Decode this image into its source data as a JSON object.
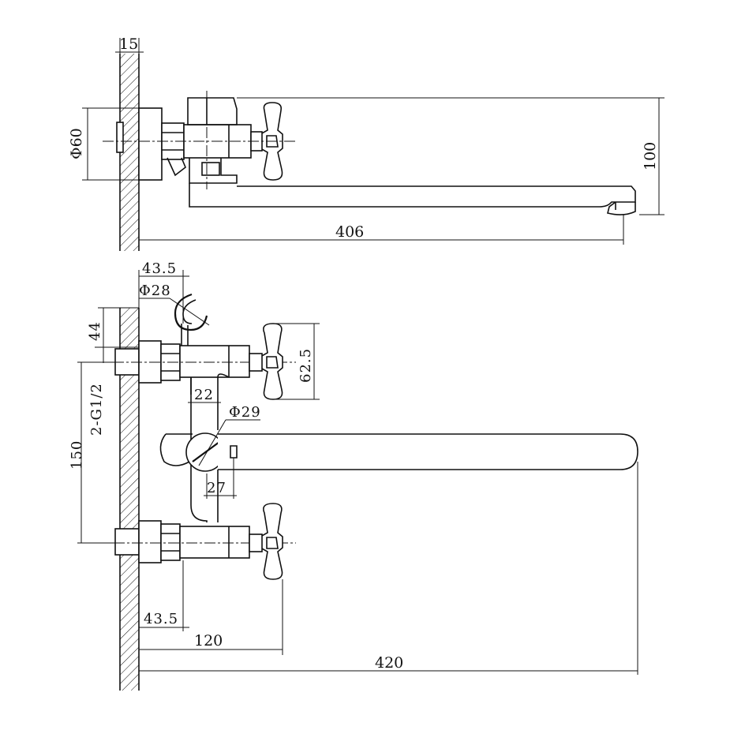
{
  "diagram": {
    "top_view": {
      "wall_thickness": "15",
      "flange_diameter": "Φ60",
      "height": "100",
      "spout_length": "406"
    },
    "front_view": {
      "hook_offset": "43.5",
      "hook_diameter": "Φ28",
      "handle_height": "44",
      "handle_span": "62.5",
      "connection": "2-G1/2",
      "stem_width": "22",
      "diverter_diameter": "Φ29",
      "diverter_width": "27",
      "inlet_spacing": "150",
      "inlet_offset": "43.5",
      "handle_reach": "120",
      "spout_reach": "420"
    }
  }
}
